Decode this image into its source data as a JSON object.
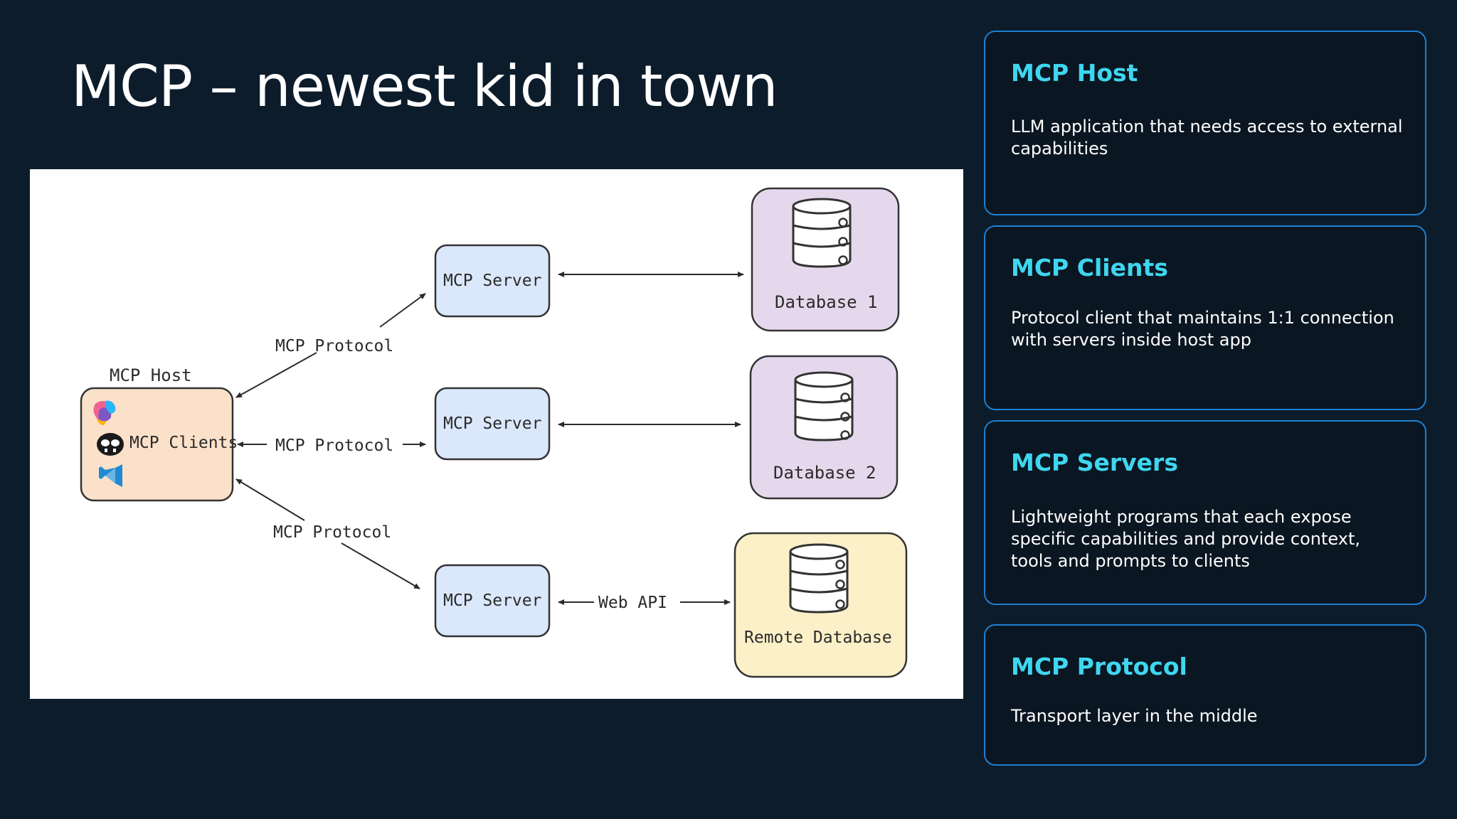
{
  "slide": {
    "title": "MCP – newest kid in town"
  },
  "diagram": {
    "host_label": "MCP Host",
    "clients_label": "MCP Clients",
    "protocol_label_top": "MCP Protocol",
    "protocol_label_middle": "MCP Protocol",
    "protocol_label_bottom": "MCP Protocol",
    "server_top": "MCP Server",
    "server_middle": "MCP Server",
    "server_bottom": "MCP Server",
    "web_api_label": "Web API",
    "database_1": "Database 1",
    "database_2": "Database 2",
    "remote_database": "Remote Database",
    "colors": {
      "host_fill": "#fbe1c9",
      "server_fill": "#dbe7fb",
      "db_fill": "#e6d8ec",
      "remote_db_fill": "#fbf0c8"
    },
    "icons": [
      "copilot-icon",
      "github-copilot-icon",
      "vscode-icon",
      "database-icon"
    ]
  },
  "cards": [
    {
      "title": "MCP Host",
      "text": "LLM application that needs access to external capabilities"
    },
    {
      "title": "MCP Clients",
      "text": "Protocol client that maintains 1:1 connection with servers inside host app"
    },
    {
      "title": "MCP Servers",
      "text": "Lightweight programs that each expose specific capabilities and provide context, tools and prompts to clients"
    },
    {
      "title": "MCP Protocol",
      "text": "Transport layer in the middle"
    }
  ],
  "theme": {
    "background": "#0c1c2b",
    "accent": "#3fd6ef",
    "card_border": "#1f7fd1"
  }
}
